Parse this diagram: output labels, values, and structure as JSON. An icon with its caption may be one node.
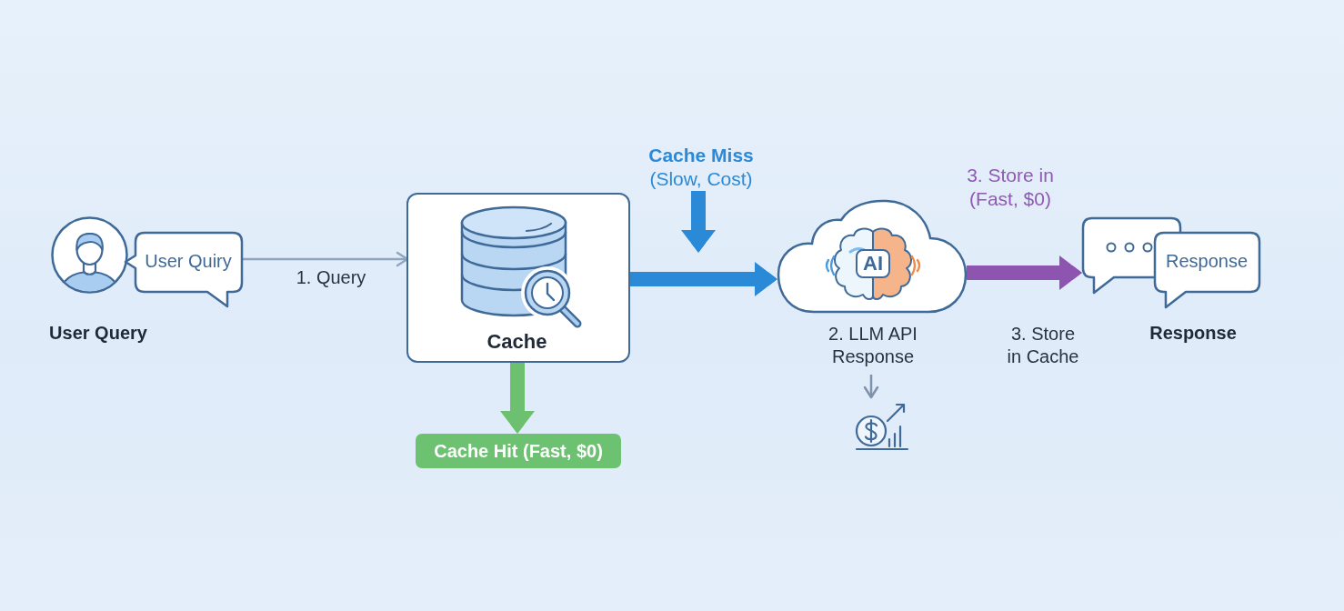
{
  "diagram": {
    "nodes": [
      {
        "text": [],
        "shape": "person",
        "beside": [
          "User Query"
        ]
      },
      {
        "text": [
          "User Quiry"
        ]
      },
      {
        "text": [
          "Cache"
        ]
      },
      {
        "text": [
          "Cache Hit (Fast, $0)"
        ]
      },
      {
        "text": [
          "Cache Miss",
          "(Slow, Cost)"
        ]
      },
      {
        "text": [
          "AI"
        ],
        "beside": [
          "2. LLM API Response"
        ]
      },
      {
        "text": [],
        "shape": "picture"
      },
      {
        "text": [],
        "shape": "bubble"
      },
      {
        "text": [
          "Response"
        ],
        "beside": [
          "Response"
        ]
      }
    ],
    "edges": [
      {
        "from": 1,
        "to": 2,
        "arrow": "to",
        "label": "1. Query",
        "color": "#8fa5c0"
      },
      {
        "from": 2,
        "to": 3,
        "arrow": "to",
        "color": "#6cc070"
      },
      {
        "from": 2,
        "to": 5,
        "arrow": "to",
        "color": "#2a8ad8"
      },
      {
        "from": 4,
        "to": null,
        "arrow": "to",
        "color": "#2a8ad8"
      },
      {
        "from": 5,
        "to": 7,
        "arrow": "to",
        "label": "3. Store in Cache",
        "color": "#8e55b0"
      },
      {
        "from": 5,
        "to": 6,
        "arrow": "to",
        "color": "#7f92ab"
      }
    ],
    "labels": [
      "3. Store in (Fast, $0)"
    ]
  }
}
